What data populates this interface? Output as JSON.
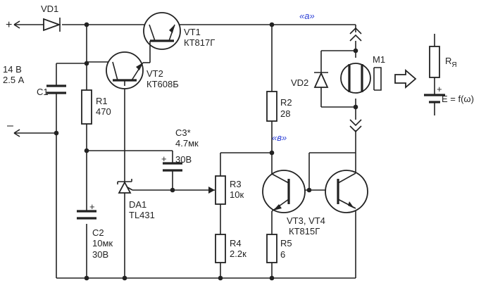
{
  "labels": {
    "plus": "+",
    "minus": "–",
    "vd1": "VD1",
    "vt1": "VT1",
    "vt1_type": "КТ817Г",
    "vt2": "VT2",
    "vt2_type": "КТ608Б",
    "supply_v": "14 В",
    "supply_a": "2.5 А",
    "c1": "C1",
    "r1": "R1",
    "r1_val": "470",
    "c3": "C3*",
    "c3_val1": "4.7мк",
    "c3_val2": "30В",
    "c3_plus": "+",
    "da1": "DA1",
    "da1_type": "TL431",
    "c2_plus": "+",
    "c2": "C2",
    "c2_val1": "10мк",
    "c2_val2": "30В",
    "r3": "R3",
    "r3_val": "10к",
    "r4": "R4",
    "r4_val": "2.2к",
    "r2": "R2",
    "r2_val": "28",
    "node_a": "«а»",
    "node_b": "«в»",
    "vd2": "VD2",
    "m1": "M1",
    "vt34": "VT3, VT4",
    "vt34_type": "КТ815Г",
    "r5": "R5",
    "r5_val": "6",
    "ra": "R",
    "ra_sub": "Я",
    "e_plus": "+",
    "e_eq": "E = f(ω)"
  },
  "colors": {
    "ink": "#222222",
    "node_label": "#2b3fd6"
  }
}
